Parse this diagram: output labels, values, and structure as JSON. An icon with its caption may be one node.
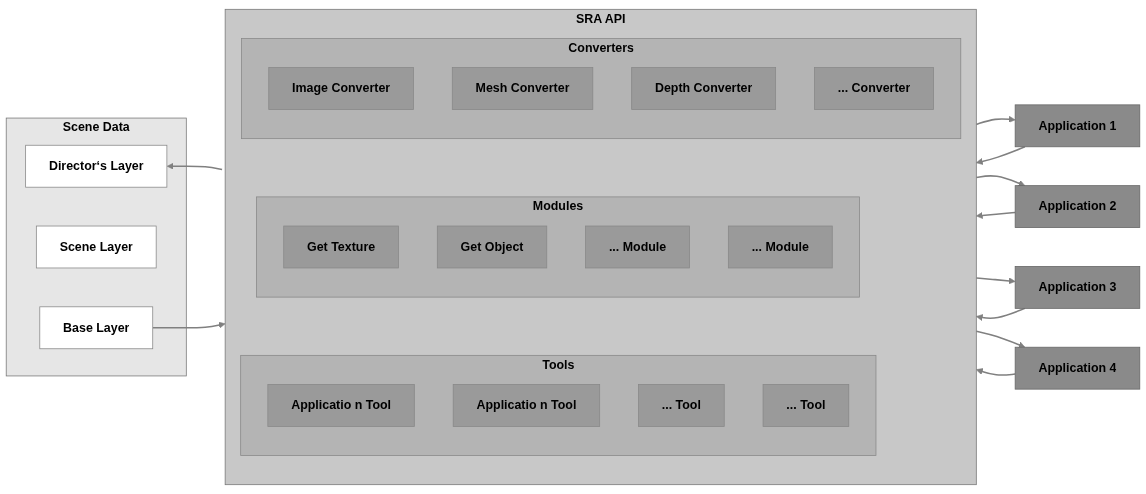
{
  "diagram": {
    "nodes": [
      {
        "text": [
          "SRA API"
        ]
      },
      {
        "text": [
          "Converters"
        ],
        "in": 0
      },
      {
        "text": [
          "Image Converter"
        ],
        "in": 1
      },
      {
        "text": [
          "Mesh Converter"
        ],
        "in": 1
      },
      {
        "text": [
          "Depth Converter"
        ],
        "in": 1
      },
      {
        "text": [
          "... Converter"
        ],
        "in": 1
      },
      {
        "text": [
          "Modules"
        ],
        "in": 0
      },
      {
        "text": [
          "Get Texture"
        ],
        "in": 6
      },
      {
        "text": [
          "Get  Object"
        ],
        "in": 6
      },
      {
        "text": [
          "... Module"
        ],
        "in": 6
      },
      {
        "text": [
          "... Module"
        ],
        "in": 6
      },
      {
        "text": [
          "Tools"
        ],
        "in": 0
      },
      {
        "text": [
          "Applicatio n Tool"
        ],
        "in": 11
      },
      {
        "text": [
          "Applicatio n Tool"
        ],
        "in": 11
      },
      {
        "text": [
          "... Tool"
        ],
        "in": 11
      },
      {
        "text": [
          "... Tool"
        ],
        "in": 11
      },
      {
        "text": [
          "Scene Data"
        ]
      },
      {
        "text": [
          "Director‘s Layer"
        ],
        "in": 16
      },
      {
        "text": [
          "Scene Layer"
        ],
        "in": 16
      },
      {
        "text": [
          "Base Layer"
        ],
        "in": 16
      },
      {
        "text": [
          "Application 1"
        ]
      },
      {
        "text": [
          "Application 2"
        ]
      },
      {
        "text": [
          "Application 3"
        ]
      },
      {
        "text": [
          "Application 4"
        ]
      }
    ],
    "edges": [
      {
        "from": 0,
        "to": 17,
        "arrow": "to"
      },
      {
        "from": 19,
        "to": 0,
        "arrow": "to"
      },
      {
        "from": 20,
        "to": 0,
        "arrow": "to"
      },
      {
        "from": 0,
        "to": 20,
        "arrow": "to"
      },
      {
        "from": 21,
        "to": 0,
        "arrow": "to"
      },
      {
        "from": 0,
        "to": 21,
        "arrow": "to"
      },
      {
        "from": 22,
        "to": 0,
        "arrow": "to"
      },
      {
        "from": 0,
        "to": 22,
        "arrow": "to"
      },
      {
        "from": 23,
        "to": 0,
        "arrow": "to"
      },
      {
        "from": 0,
        "to": 23,
        "arrow": "to"
      }
    ]
  }
}
